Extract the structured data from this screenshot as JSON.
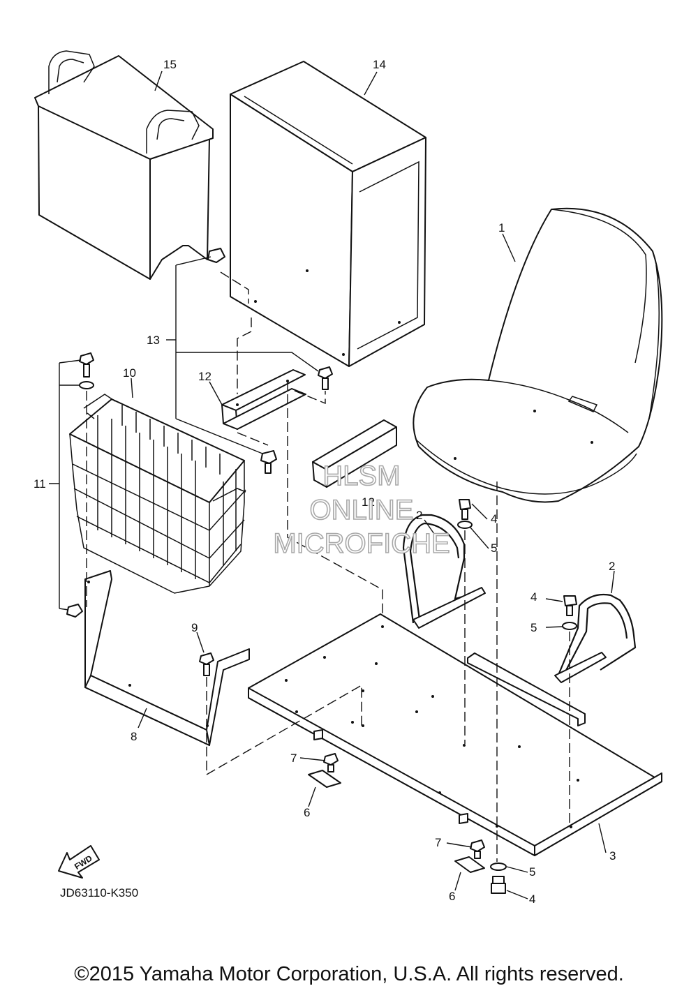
{
  "diagram_code": "JD63110-K350",
  "copyright": "©2015 Yamaha Motor Corporation, U.S.A. All rights reserved.",
  "direction_arrow": {
    "label": "FWD",
    "icon": "fwd-arrow-icon"
  },
  "watermark": {
    "line1": "HLSM",
    "line2": "ONLINE",
    "line3": "MICROFICHE"
  },
  "callouts": {
    "p1": "1",
    "p2a": "2",
    "p2b": "2",
    "p3": "3",
    "p4a": "4",
    "p4b": "4",
    "p4c": "4",
    "p5a": "5",
    "p5b": "5",
    "p5c": "5",
    "p6a": "6",
    "p6b": "6",
    "p7a": "7",
    "p7b": "7",
    "p8": "8",
    "p9": "9",
    "p10": "10",
    "p11": "11",
    "p12a": "12",
    "p12b": "12",
    "p13": "13",
    "p14": "14",
    "p15": "15"
  }
}
